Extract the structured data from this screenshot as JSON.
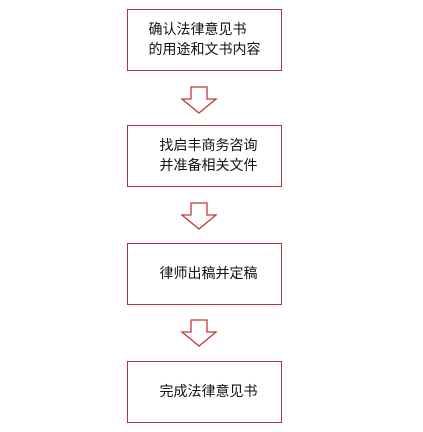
{
  "steps": [
    {
      "lines": [
        "确认法律意见书",
        "的用途和文书内容"
      ]
    },
    {
      "lines": [
        "找启丰商务咨询",
        "并准备相关文件"
      ]
    },
    {
      "lines": [
        "律师出稿并定稿"
      ]
    },
    {
      "lines": [
        "完成法律意见书"
      ]
    }
  ],
  "colors": {
    "border": "#b3333a",
    "arrow_stroke": "#c0393f",
    "text": "#111111"
  }
}
